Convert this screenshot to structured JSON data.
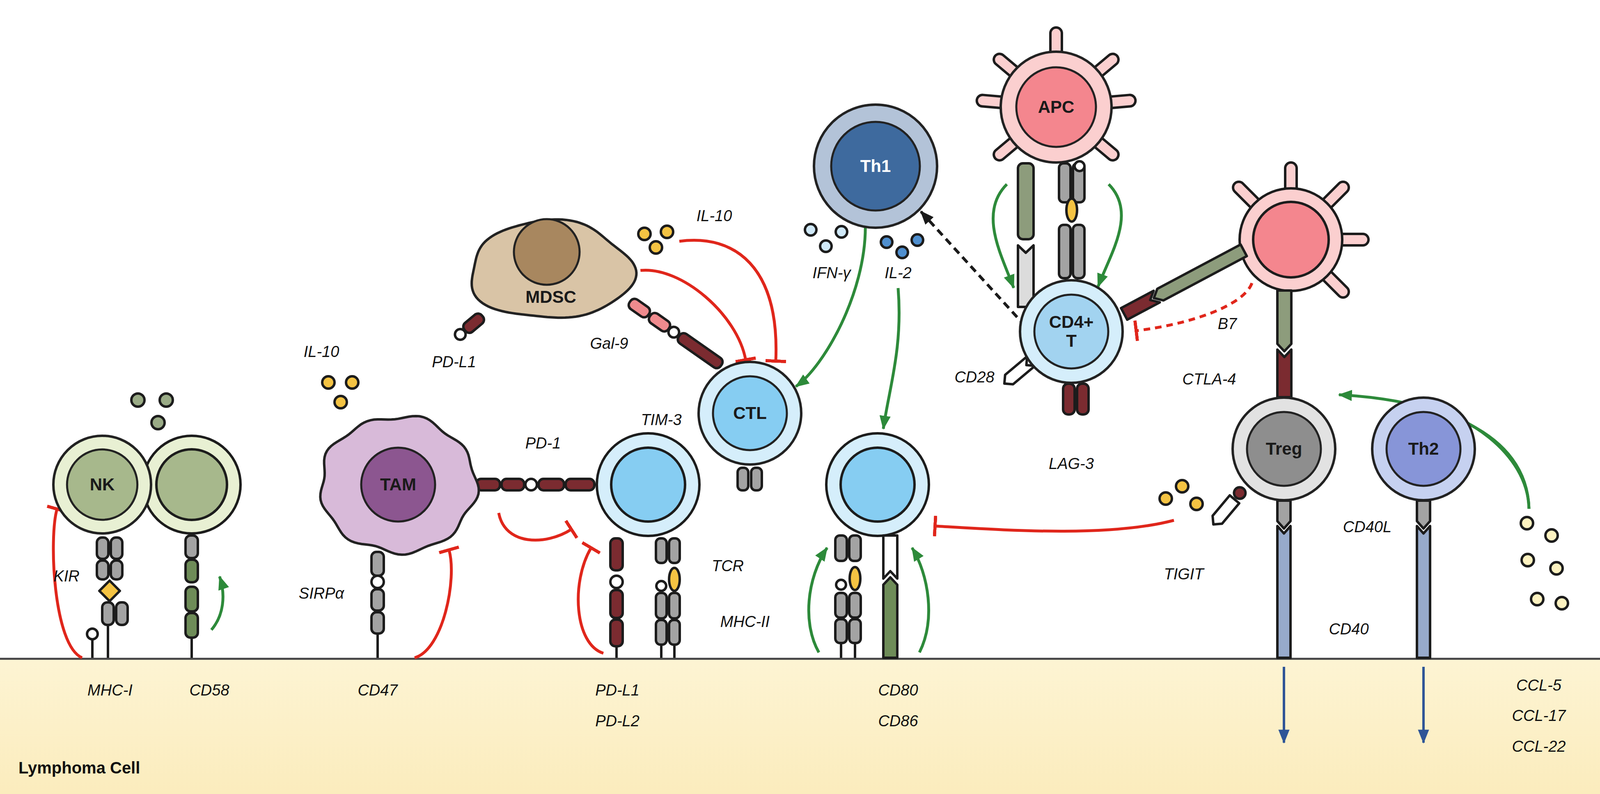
{
  "diagram": {
    "nodes": [
      {
        "text": [
          "APC"
        ]
      },
      {
        "text": [
          "Th1"
        ]
      },
      {
        "text": [
          "MDSC"
        ]
      },
      {
        "text": [
          "CD4+ T"
        ]
      },
      {
        "text": [
          "CTL"
        ]
      },
      {
        "text": [
          "NK"
        ]
      },
      {
        "text": [
          "TAM"
        ]
      },
      {
        "text": [
          "Treg"
        ]
      },
      {
        "text": [
          "Th2"
        ]
      },
      {
        "text": [
          "Lymphoma Cell"
        ]
      }
    ],
    "edges": [
      {
        "from": 0,
        "to": 3,
        "arrow": "to"
      },
      {
        "from": 0,
        "to": 3,
        "arrow": "to"
      },
      {
        "from": 3,
        "to": 1,
        "arrow": "to"
      },
      {
        "from": 1,
        "to": 4,
        "arrow": "to"
      },
      {
        "from": 2,
        "to": 4,
        "arrow": "to"
      },
      {
        "from": 9,
        "to": 5,
        "arrow": "to"
      },
      {
        "from": 9,
        "to": 6,
        "arrow": "to"
      }
    ],
    "labels": [
      "IL-10",
      "PD-L1",
      "Gal-9",
      "IFN-γ",
      "IL-2",
      "IL-10",
      "TIM-3",
      "CD28",
      "B7",
      "CTLA-4",
      "PD-1",
      "LAG-3",
      "KIR",
      "TCR",
      "TIGIT",
      "CD40L",
      "SIRPα",
      "MHC-II",
      "CD40",
      "MHC-I",
      "CD58",
      "CD47",
      "PD-L1",
      "CD80",
      "CCL-5",
      "PD-L2",
      "CD86",
      "CCL-17",
      "CCL-22"
    ]
  }
}
